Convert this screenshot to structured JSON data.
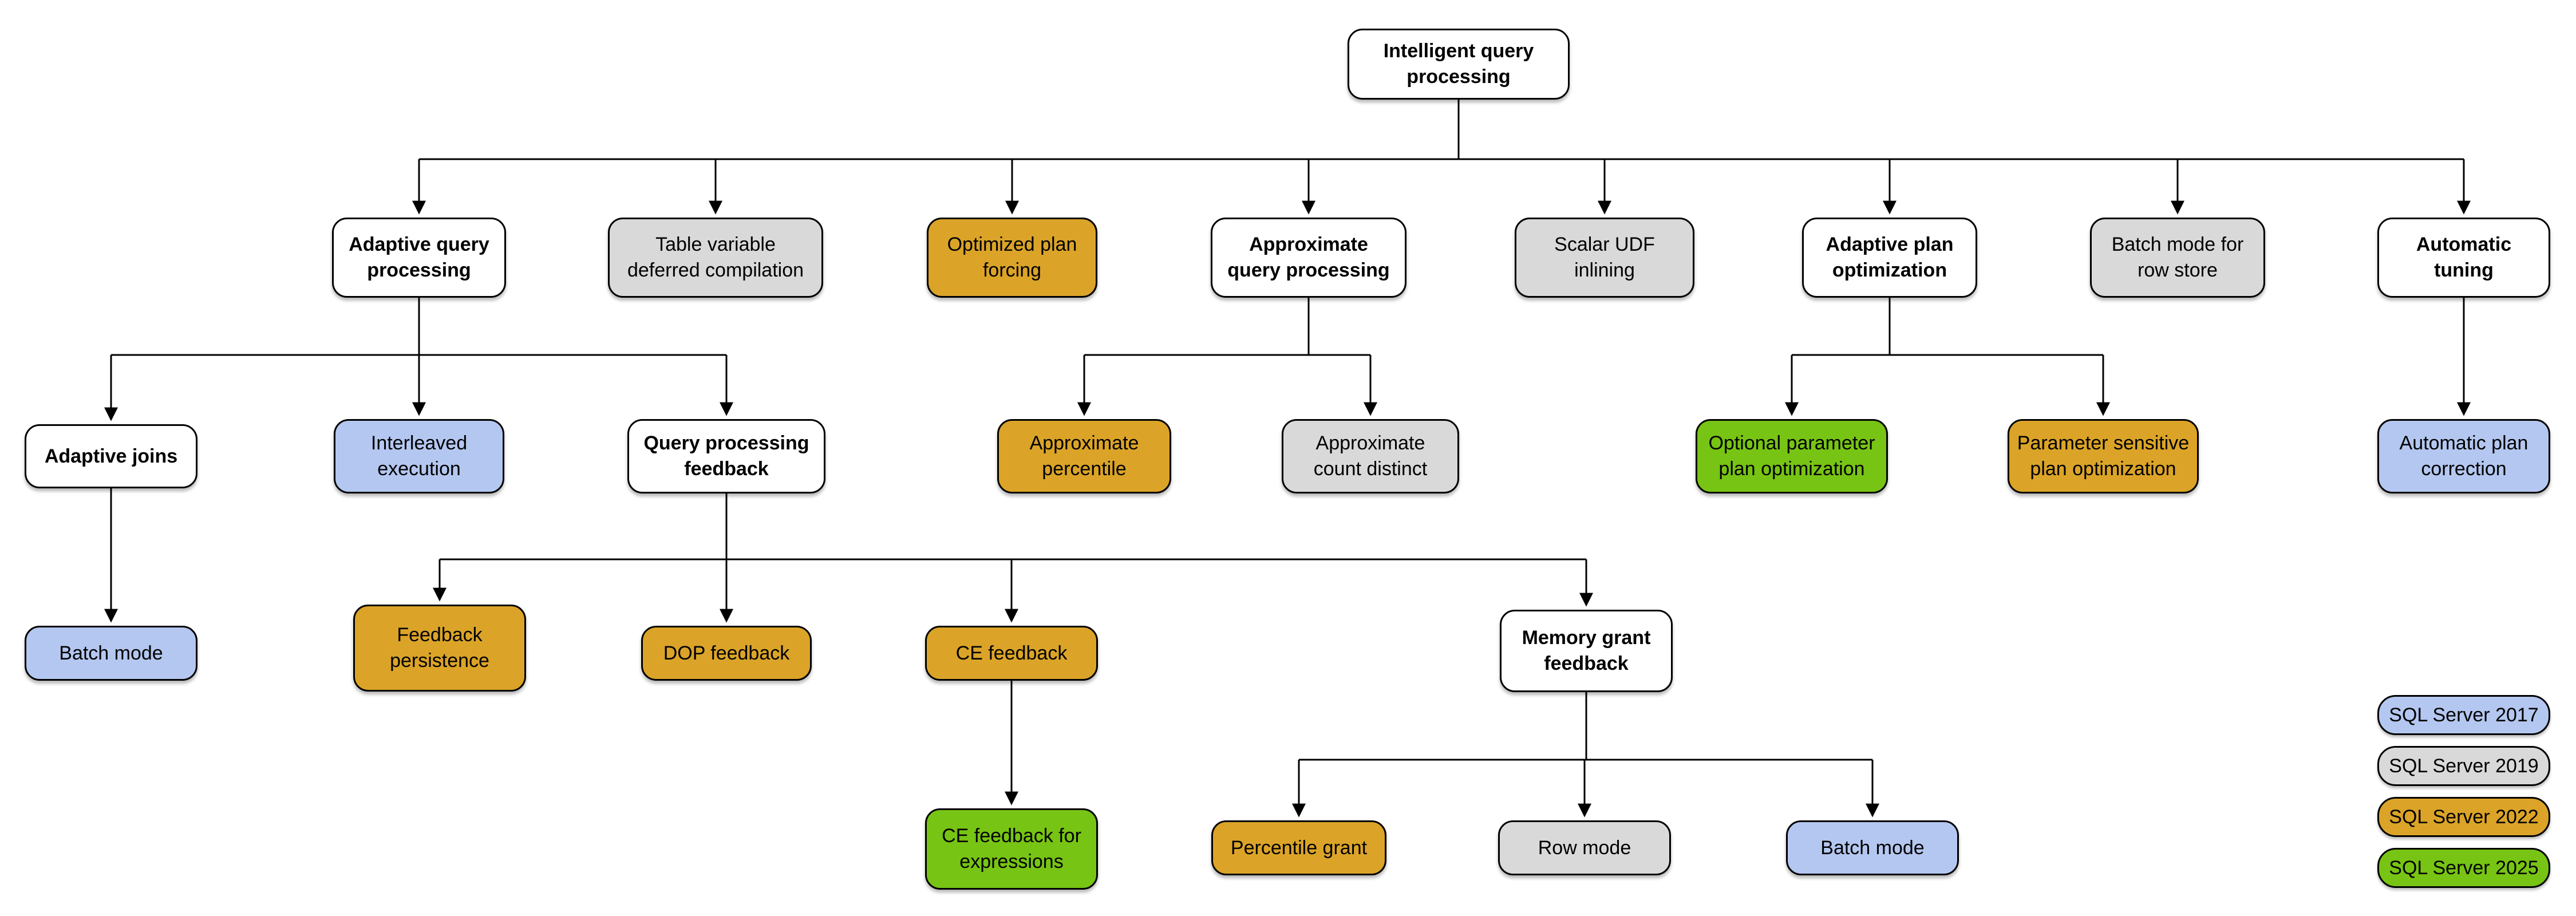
{
  "diagram_title": "Intelligent query processing",
  "colors": {
    "white": "#FFFFFF",
    "blue": "#B4C7F0",
    "gray": "#D9D9D9",
    "gold": "#DBA428",
    "green": "#77C414",
    "line": "#000000"
  },
  "nodes": {
    "root": {
      "label": "Intelligent query\nprocessing",
      "color": "#FFFFFF"
    },
    "adaptive_query_processing": {
      "label": "Adaptive query\nprocessing",
      "color": "#FFFFFF"
    },
    "table_variable_deferred_compilation": {
      "label": "Table variable\ndeferred compilation",
      "color": "#D9D9D9",
      "version": "SQL Server 2019"
    },
    "optimized_plan_forcing": {
      "label": "Optimized plan\nforcing",
      "color": "#DBA428",
      "version": "SQL Server 2022"
    },
    "approximate_query_processing": {
      "label": "Approximate\nquery processing",
      "color": "#FFFFFF"
    },
    "scalar_udf_inlining": {
      "label": "Scalar UDF\ninlining",
      "color": "#D9D9D9",
      "version": "SQL Server 2019"
    },
    "adaptive_plan_optimization": {
      "label": "Adaptive plan\noptimization",
      "color": "#FFFFFF"
    },
    "batch_mode_for_row_store": {
      "label": "Batch mode for\nrow store",
      "color": "#D9D9D9",
      "version": "SQL Server 2019"
    },
    "automatic_tuning": {
      "label": "Automatic\ntuning",
      "color": "#FFFFFF"
    },
    "adaptive_joins": {
      "label": "Adaptive joins",
      "color": "#FFFFFF"
    },
    "interleaved_execution": {
      "label": "Interleaved\nexecution",
      "color": "#B4C7F0",
      "version": "SQL Server 2017"
    },
    "query_processing_feedback": {
      "label": "Query processing\nfeedback",
      "color": "#FFFFFF"
    },
    "approximate_percentile": {
      "label": "Approximate\npercentile",
      "color": "#DBA428",
      "version": "SQL Server 2022"
    },
    "approximate_count_distinct": {
      "label": "Approximate\ncount distinct",
      "color": "#D9D9D9",
      "version": "SQL Server 2019"
    },
    "optional_parameter_plan_optimization": {
      "label": "Optional parameter\nplan optimization",
      "color": "#77C414",
      "version": "SQL Server 2025"
    },
    "parameter_sensitive_plan_optimization": {
      "label": "Parameter sensitive\nplan optimization",
      "color": "#DBA428",
      "version": "SQL Server 2022"
    },
    "automatic_plan_correction": {
      "label": "Automatic plan\ncorrection",
      "color": "#B4C7F0",
      "version": "SQL Server 2017"
    },
    "batch_mode_adaptive_joins": {
      "label": "Batch mode",
      "color": "#B4C7F0",
      "version": "SQL Server 2017"
    },
    "feedback_persistence": {
      "label": "Feedback\npersistence",
      "color": "#DBA428",
      "version": "SQL Server 2022"
    },
    "dop_feedback": {
      "label": "DOP feedback",
      "color": "#DBA428",
      "version": "SQL Server 2022"
    },
    "ce_feedback": {
      "label": "CE feedback",
      "color": "#DBA428",
      "version": "SQL Server 2022"
    },
    "memory_grant_feedback": {
      "label": "Memory grant\nfeedback",
      "color": "#FFFFFF"
    },
    "ce_feedback_for_expressions": {
      "label": "CE feedback for\nexpressions",
      "color": "#77C414",
      "version": "SQL Server 2025"
    },
    "percentile_grant": {
      "label": "Percentile grant",
      "color": "#DBA428",
      "version": "SQL Server 2022"
    },
    "row_mode": {
      "label": "Row mode",
      "color": "#D9D9D9",
      "version": "SQL Server 2019"
    },
    "batch_mode_memory_grant": {
      "label": "Batch mode",
      "color": "#B4C7F0",
      "version": "SQL Server 2017"
    }
  },
  "edges": [
    [
      "root",
      "adaptive_query_processing"
    ],
    [
      "root",
      "table_variable_deferred_compilation"
    ],
    [
      "root",
      "optimized_plan_forcing"
    ],
    [
      "root",
      "approximate_query_processing"
    ],
    [
      "root",
      "scalar_udf_inlining"
    ],
    [
      "root",
      "adaptive_plan_optimization"
    ],
    [
      "root",
      "batch_mode_for_row_store"
    ],
    [
      "root",
      "automatic_tuning"
    ],
    [
      "adaptive_query_processing",
      "adaptive_joins"
    ],
    [
      "adaptive_query_processing",
      "interleaved_execution"
    ],
    [
      "adaptive_query_processing",
      "query_processing_feedback"
    ],
    [
      "approximate_query_processing",
      "approximate_percentile"
    ],
    [
      "approximate_query_processing",
      "approximate_count_distinct"
    ],
    [
      "adaptive_plan_optimization",
      "optional_parameter_plan_optimization"
    ],
    [
      "adaptive_plan_optimization",
      "parameter_sensitive_plan_optimization"
    ],
    [
      "automatic_tuning",
      "automatic_plan_correction"
    ],
    [
      "adaptive_joins",
      "batch_mode_adaptive_joins"
    ],
    [
      "query_processing_feedback",
      "feedback_persistence"
    ],
    [
      "query_processing_feedback",
      "dop_feedback"
    ],
    [
      "query_processing_feedback",
      "ce_feedback"
    ],
    [
      "query_processing_feedback",
      "memory_grant_feedback"
    ],
    [
      "ce_feedback",
      "ce_feedback_for_expressions"
    ],
    [
      "memory_grant_feedback",
      "percentile_grant"
    ],
    [
      "memory_grant_feedback",
      "row_mode"
    ],
    [
      "memory_grant_feedback",
      "batch_mode_memory_grant"
    ]
  ],
  "legend": {
    "items": [
      {
        "label": "SQL Server 2017",
        "color": "#B4C7F0"
      },
      {
        "label": "SQL Server 2019",
        "color": "#D9D9D9"
      },
      {
        "label": "SQL Server 2022",
        "color": "#DBA428"
      },
      {
        "label": "SQL Server 2025",
        "color": "#77C414"
      }
    ]
  }
}
